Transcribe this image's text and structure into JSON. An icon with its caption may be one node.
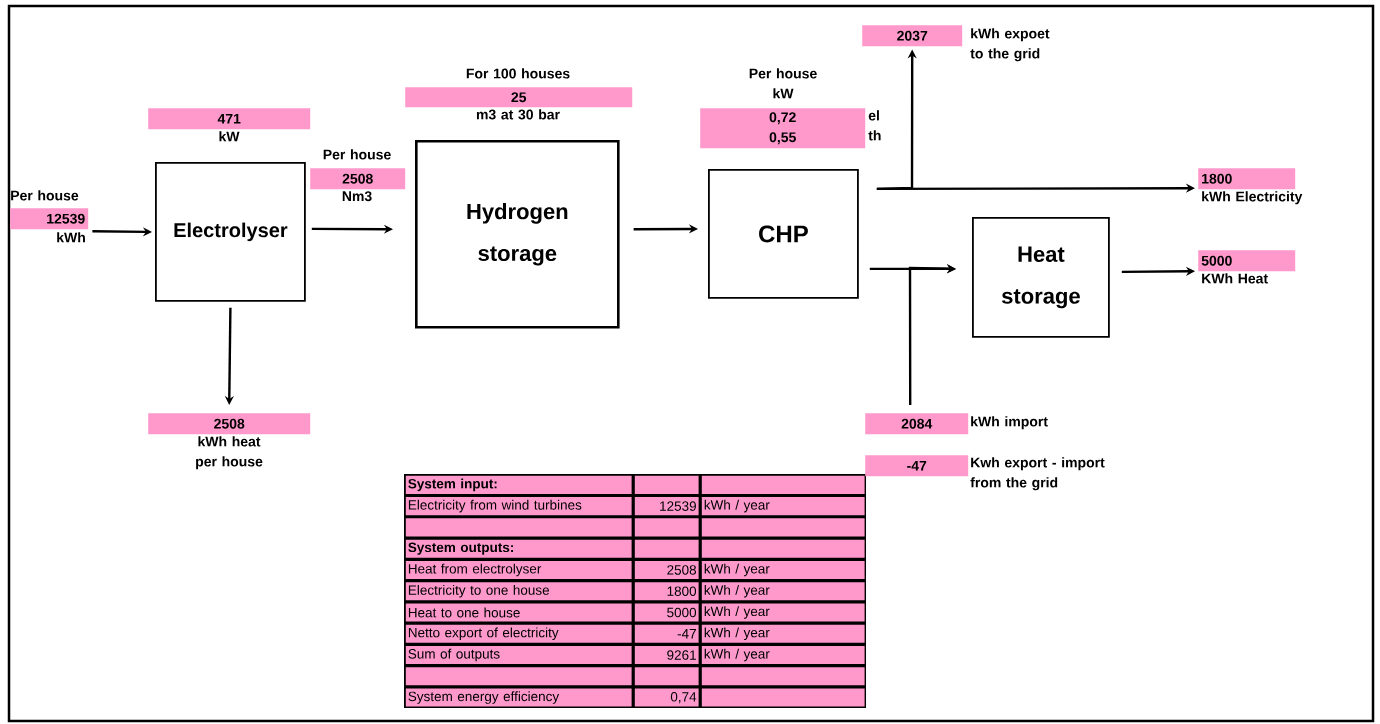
{
  "diagram": {
    "nodes": [
      {
        "text": [
          "2037"
        ],
        "beside": [
          "kWh expoet to the grid"
        ]
      },
      {
        "text": [
          "471"
        ],
        "beside": [
          "kW"
        ]
      },
      {
        "text": [
          "25"
        ],
        "beside": [
          "For 100 houses",
          "m3 at 30 bar"
        ]
      },
      {
        "text": [
          "0,72",
          "0,55"
        ],
        "beside": [
          "Per house",
          "kW",
          "el",
          "th"
        ]
      },
      {
        "text": [
          "12539"
        ],
        "beside": [
          "Per house",
          "kWh"
        ]
      },
      {
        "text": [
          "Electrolyser"
        ]
      },
      {
        "text": [
          "2508"
        ],
        "beside": [
          "Per house",
          "Nm3"
        ]
      },
      {
        "text": [
          "Hydrogen storage"
        ]
      },
      {
        "text": [
          "CHP"
        ]
      },
      {
        "text": [
          "1800"
        ],
        "beside": [
          "kWh Electricity"
        ]
      },
      {
        "text": [
          "Heat storage"
        ]
      },
      {
        "text": [
          "5000"
        ],
        "beside": [
          "KWh Heat"
        ]
      },
      {
        "text": [
          "2508"
        ],
        "beside": [
          "kWh heat per house"
        ]
      },
      {
        "text": [
          "2084"
        ],
        "beside": [
          "kWh import"
        ]
      },
      {
        "text": [
          "-47"
        ],
        "beside": [
          "Kwh export - import from the grid"
        ]
      }
    ],
    "edges": [
      {
        "from": 4,
        "to": 5,
        "arrow": "to"
      },
      {
        "from": 5,
        "to": 7,
        "arrow": "to"
      },
      {
        "from": 7,
        "to": 8,
        "arrow": "to"
      },
      {
        "from": 8,
        "to": 0,
        "arrow": "to"
      },
      {
        "from": 8,
        "to": 9,
        "arrow": "to"
      },
      {
        "from": 8,
        "to": 10,
        "arrow": "to"
      },
      {
        "from": 13,
        "to": 10,
        "arrow": "to"
      },
      {
        "from": 10,
        "to": 11,
        "arrow": "to"
      },
      {
        "from": 5,
        "to": 12,
        "arrow": "to"
      }
    ],
    "labels": [
      "System input:",
      "Electricity from wind turbines",
      "12539",
      "kWh / year",
      "System outputs:",
      "Heat from electrolyser",
      "2508",
      "kWh / year",
      "Electricity to one house",
      "1800",
      "kWh / year",
      "Heat to one house",
      "5000",
      "kWh / year",
      "Netto export of electricity",
      "-47",
      "kWh / year",
      "Sum of outputs",
      "9261",
      "kWh / year",
      "System energy efficiency",
      "0,74"
    ]
  }
}
